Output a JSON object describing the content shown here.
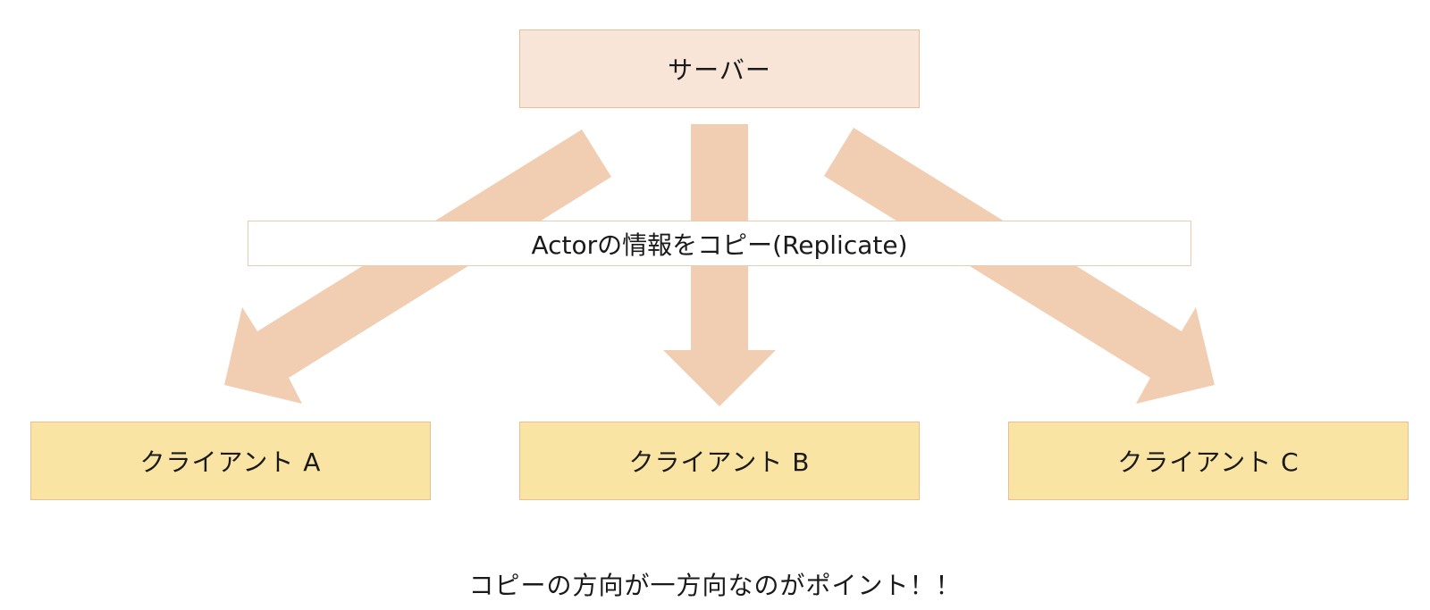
{
  "server": {
    "label": "サーバー"
  },
  "copy_label": "Actorの情報をコピー(Replicate)",
  "clients": [
    {
      "label": "クライアント A"
    },
    {
      "label": "クライアント B"
    },
    {
      "label": "クライアント C"
    }
  ],
  "footer_note": "コピーの方向が一方向なのがポイント！！",
  "colors": {
    "server_fill": "#f8e5d8",
    "client_fill": "#fae4a3",
    "box_border": "#eebc95",
    "arrow": "#f1cdb2"
  }
}
